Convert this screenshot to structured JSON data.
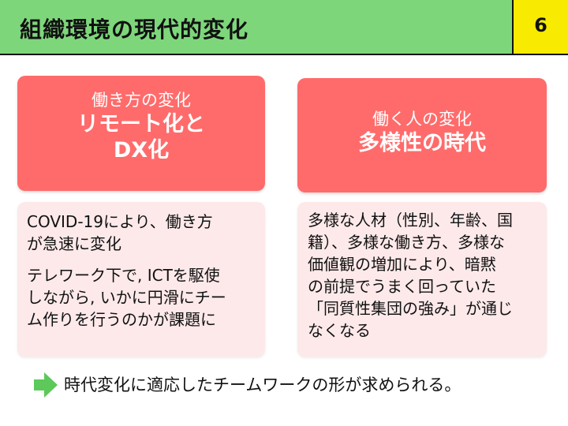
{
  "header": {
    "title": "組織環境の現代的変化",
    "page_number": "6",
    "colors": {
      "title_bar": "#7ed67b",
      "page_box": "#f8ea00"
    }
  },
  "left_card": {
    "subtitle": "働き方の変化",
    "headline_line1": "リモート化と",
    "headline_line2": "DX化",
    "paragraph1": "COVID-19により、働き方\nが急速に変化",
    "paragraph2": "テレワーク下で, ICTを駆使\nしながら, いかに円滑にチー\nム作りを行うのかが課題に"
  },
  "right_card": {
    "subtitle": "働く人の変化",
    "headline": "多様性の時代",
    "paragraph": "多様な人材（性別、年齢、国\n籍）、多様な働き方、多様な\n価値観の増加により、暗黙\nの前提でうまく回っていた\n「同質性集団の強み」が通じ\nなくなる"
  },
  "footer": {
    "icon": "arrow-right-icon",
    "text": "時代変化に適応したチームワークの形が求められる。",
    "icon_color": "#5cc95a"
  },
  "colors": {
    "card_header": "#ff6b6b",
    "card_body": "#fde9ea"
  }
}
